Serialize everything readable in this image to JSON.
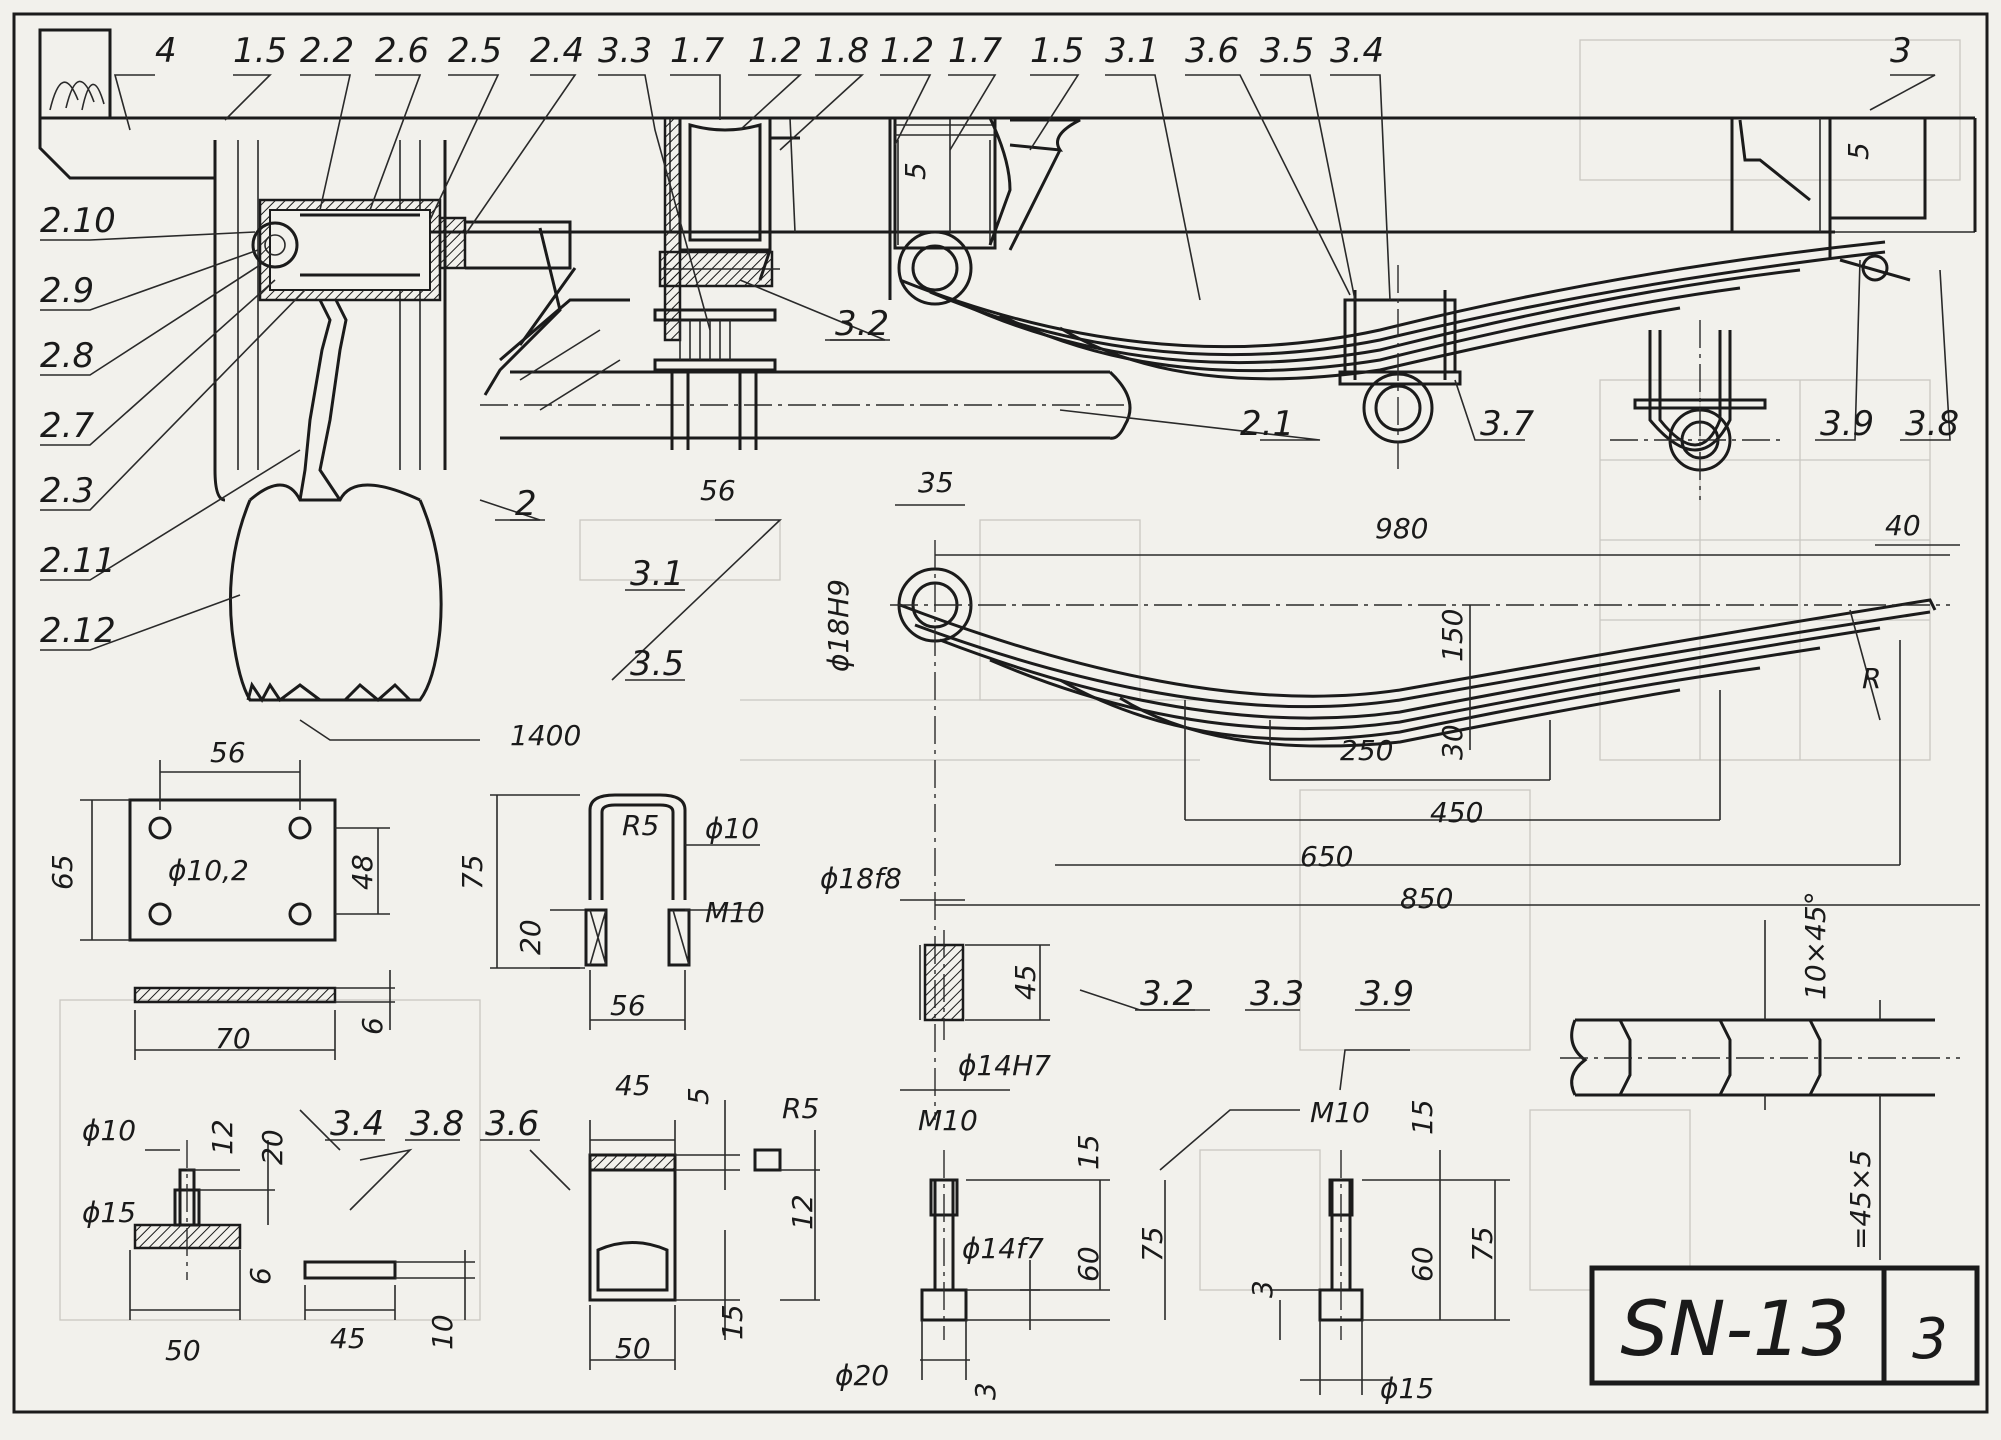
{
  "sheet": {
    "title": "SN-13",
    "sheet_number": "3",
    "background": "#f2f1ec",
    "ink": "#1b1b1b"
  },
  "callouts_top": [
    "4",
    "1.5",
    "2.2",
    "2.6",
    "2.5",
    "2.4",
    "3.3",
    "1.7",
    "1.2",
    "1.8",
    "1.2",
    "1.7",
    "1.5",
    "3.1",
    "3.6",
    "3.5",
    "3.4",
    "3"
  ],
  "callouts_left": [
    "2.10",
    "2.9",
    "2.8",
    "2.7",
    "2.3",
    "2.11",
    "2.12"
  ],
  "callouts_misc": {
    "c_2": "2",
    "c_3_2": "3.2",
    "c_2_1": "2.1",
    "c_3_7": "3.7",
    "c_3_9": "3.9",
    "c_3_8": "3.8",
    "c_3_1": "3.1",
    "c_3_5": "3.5",
    "c_3_4": "3.4",
    "c_3_8b": "3.8",
    "c_3_6": "3.6",
    "c_3_2b": "3.2",
    "c_3_3": "3.3",
    "c_3_9b": "3.9"
  },
  "dimensions": {
    "d_5a": "5",
    "d_5b": "5",
    "d_56a": "56",
    "d_35": "35",
    "d_980": "980",
    "d_40": "40",
    "d_phi18H9": "ϕ18H9",
    "d_150": "150",
    "d_30": "30",
    "d_250": "250",
    "d_450": "450",
    "d_650": "650",
    "d_850": "850",
    "d_R": "R",
    "d_1400": "1400",
    "d_56b": "56",
    "d_65": "65",
    "d_phi10_2": "ϕ10,2",
    "d_48": "48",
    "d_70": "70",
    "d_6a": "6",
    "d_75a": "75",
    "d_R5a": "R5",
    "d_phi10": "ϕ10",
    "d_M10a": "M10",
    "d_20a": "20",
    "d_56c": "56",
    "d_phi18f8": "ϕ18f8",
    "d_45a": "45",
    "d_phi14H7": "ϕ14H7",
    "d_10x45": "10×45°",
    "d_45x5": "=45×5",
    "d_phi10b": "ϕ10",
    "d_12a": "12",
    "d_20b": "20",
    "d_phi15a": "ϕ15",
    "d_6b": "6",
    "d_50a": "50",
    "d_45b": "45",
    "d_10": "10",
    "d_45c": "45",
    "d_5c": "5",
    "d_R5b": "R5",
    "d_12b": "12",
    "d_15a": "15",
    "d_50b": "50",
    "d_M10b": "M10",
    "d_15b": "15",
    "d_phi14f7": "ϕ14f7",
    "d_60a": "60",
    "d_75b": "75",
    "d_3a": "3",
    "d_phi20": "ϕ20",
    "d_M10c": "M10",
    "d_15c": "15",
    "d_3b": "3",
    "d_60b": "60",
    "d_75c": "75",
    "d_phi15b": "ϕ15"
  }
}
